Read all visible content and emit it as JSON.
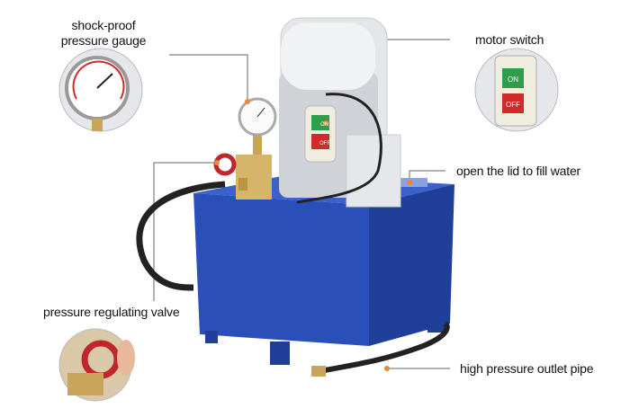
{
  "labels": {
    "gauge_line1": "shock-proof",
    "gauge_line2": "pressure gauge",
    "motor_switch": "motor switch",
    "lid": "open the lid to fill water",
    "valve": "pressure regulating valve",
    "outlet": "high pressure outlet pipe"
  },
  "switch": {
    "on": "ON",
    "off": "OFF"
  },
  "colors": {
    "tank": "#2a4fb8",
    "leader": "#555555",
    "accent_dot": "#e8883a",
    "on": "#2e9e4a",
    "off": "#d22a2a",
    "valve": "#c0262c"
  }
}
